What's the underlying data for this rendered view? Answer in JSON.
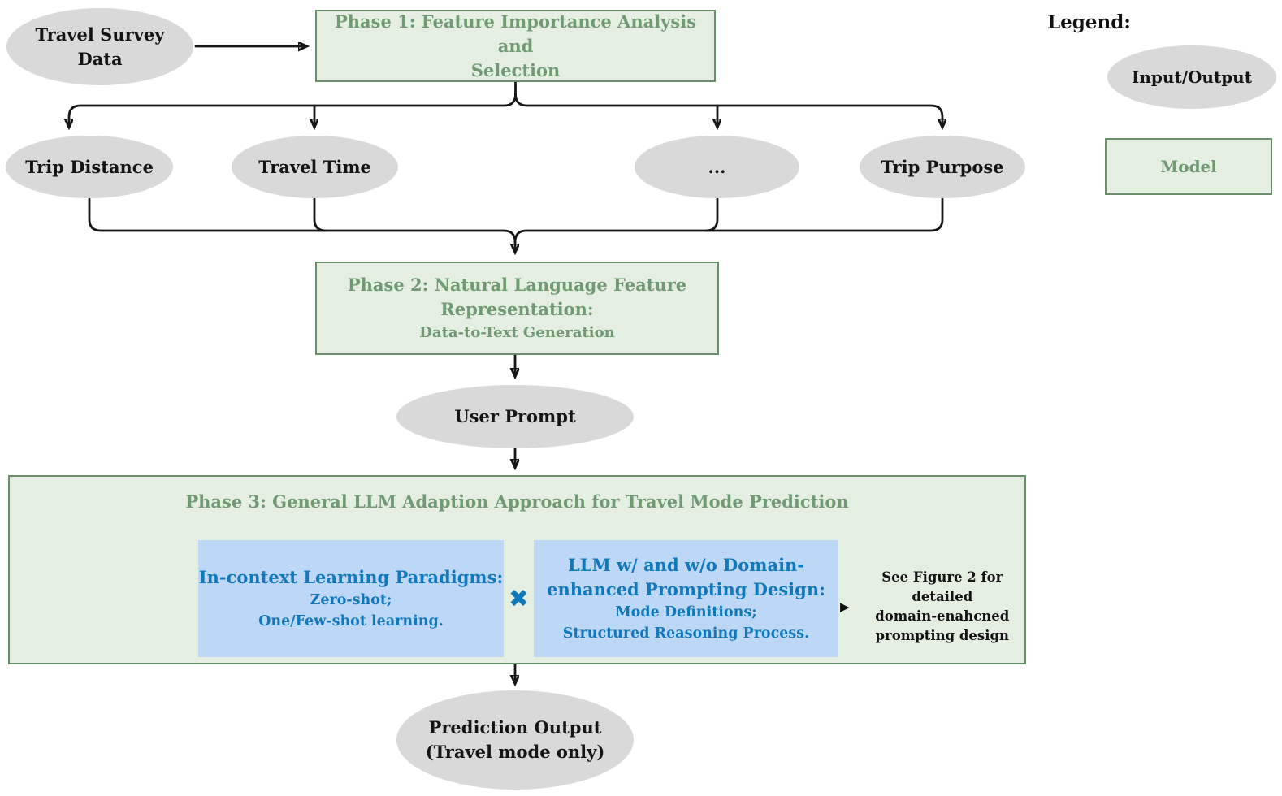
{
  "colors": {
    "node_gray": "#d9d9d9",
    "model_fill": "#e4efe2",
    "model_border": "#6b8f6b",
    "model_text": "#6f9a72",
    "blue_fill": "#bdd8f7",
    "blue_text": "#1278bc",
    "line_black": "#161616"
  },
  "nodes": {
    "travel_survey": {
      "line1": "Travel Survey",
      "line2": "Data"
    },
    "phase1": {
      "line1": "Phase 1: Feature Importance Analysis and",
      "line2": "Selection"
    },
    "features": [
      "Trip Distance",
      "Travel Time",
      "...",
      "Trip Purpose"
    ],
    "phase2": {
      "line1": "Phase 2: Natural Language Feature",
      "line2": "Representation:",
      "line3": "Data-to-Text Generation"
    },
    "user_prompt": "User Prompt",
    "phase3": {
      "title": "Phase 3: General LLM Adaption Approach for Travel Mode Prediction",
      "icl_box": {
        "title": "In-context Learning Paradigms:",
        "line1": "Zero-shot;",
        "line2": "One/Few-shot learning."
      },
      "cross_icon": "✖",
      "llm_box": {
        "title_line1": "LLM w/ and w/o Domain-",
        "title_line2": "enhanced Prompting Design:",
        "line1": "Mode Definitions;",
        "line2": "Structured Reasoning Process."
      },
      "pointer_icon": "▶",
      "note": {
        "line1": "See Figure 2 for detailed",
        "line2": "domain-enahcned",
        "line3": "prompting design"
      }
    },
    "prediction": {
      "line1": "Prediction Output",
      "line2": "(Travel mode only)"
    }
  },
  "legend": {
    "title": "Legend:",
    "input_output": "Input/Output",
    "model": "Model"
  }
}
